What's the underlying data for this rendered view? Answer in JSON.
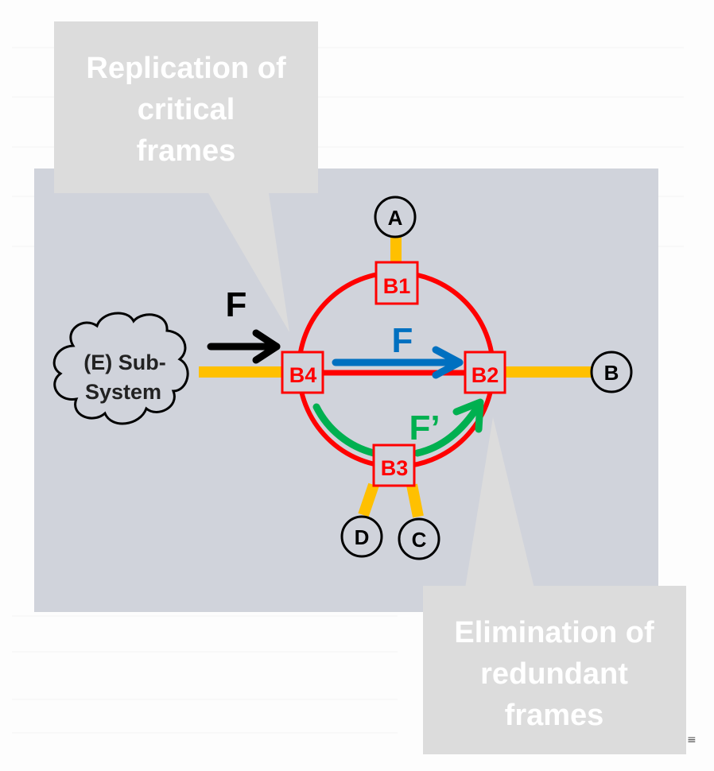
{
  "colors": {
    "page_background": "#fdfdfd",
    "panel_background": "#d0d3db",
    "callout_background": "#dcdcdc",
    "callout_text": "#ffffff",
    "ring": "#ff0000",
    "link": "#ffc000",
    "flow_f": "#0070c0",
    "flow_f_prime": "#00b050",
    "node_outline": "#000000"
  },
  "callouts": {
    "replication": {
      "lines": [
        "Replication of",
        "critical",
        "frames"
      ]
    },
    "elimination": {
      "lines": [
        "Elimination of",
        "redundant",
        "frames"
      ]
    }
  },
  "subsystem": {
    "lines": [
      "(E) Sub-",
      "System"
    ]
  },
  "bridges": {
    "b1": "B1",
    "b2": "B2",
    "b3": "B3",
    "b4": "B4"
  },
  "end_nodes": {
    "a": "A",
    "b": "B",
    "c": "C",
    "d": "D"
  },
  "flows": {
    "incoming": "F",
    "direct": "F",
    "redundant": "F’"
  },
  "corner_glyph": "≡"
}
